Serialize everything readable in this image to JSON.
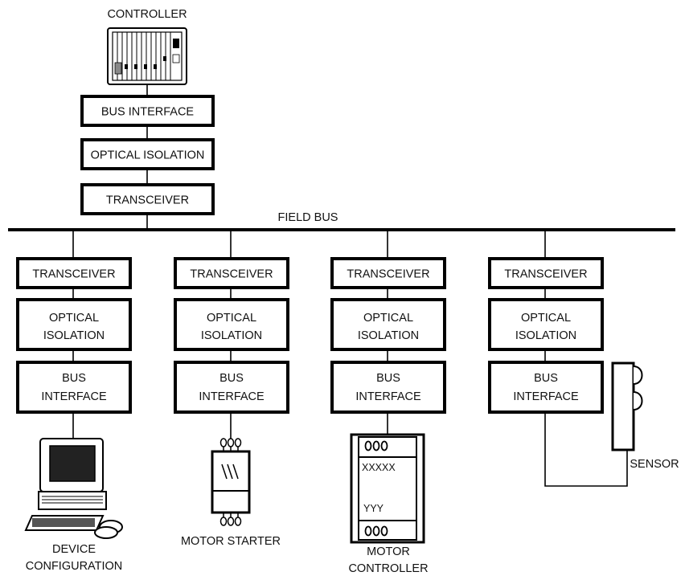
{
  "controller": {
    "label": "CONTROLLER",
    "stack": [
      "BUS INTERFACE",
      "OPTICAL ISOLATION",
      "TRANSCEIVER"
    ]
  },
  "bus": {
    "label": "FIELD BUS"
  },
  "nodes": [
    {
      "transceiver": "TRANSCEIVER",
      "isolation": [
        "OPTICAL",
        "ISOLATION"
      ],
      "interface": [
        "BUS",
        "INTERFACE"
      ],
      "device": [
        "DEVICE",
        "CONFIGURATION"
      ]
    },
    {
      "transceiver": "TRANSCEIVER",
      "isolation": [
        "OPTICAL",
        "ISOLATION"
      ],
      "interface": [
        "BUS",
        "INTERFACE"
      ],
      "device": [
        "MOTOR STARTER"
      ]
    },
    {
      "transceiver": "TRANSCEIVER",
      "isolation": [
        "OPTICAL",
        "ISOLATION"
      ],
      "interface": [
        "BUS",
        "INTERFACE"
      ],
      "device": [
        "MOTOR",
        "CONTROLLER"
      ],
      "display_top": "XXXXX",
      "display_bottom": "YYY"
    },
    {
      "transceiver": "TRANSCEIVER",
      "isolation": [
        "OPTICAL",
        "ISOLATION"
      ],
      "interface": [
        "BUS",
        "INTERFACE"
      ],
      "device": [
        "SENSOR"
      ]
    }
  ]
}
